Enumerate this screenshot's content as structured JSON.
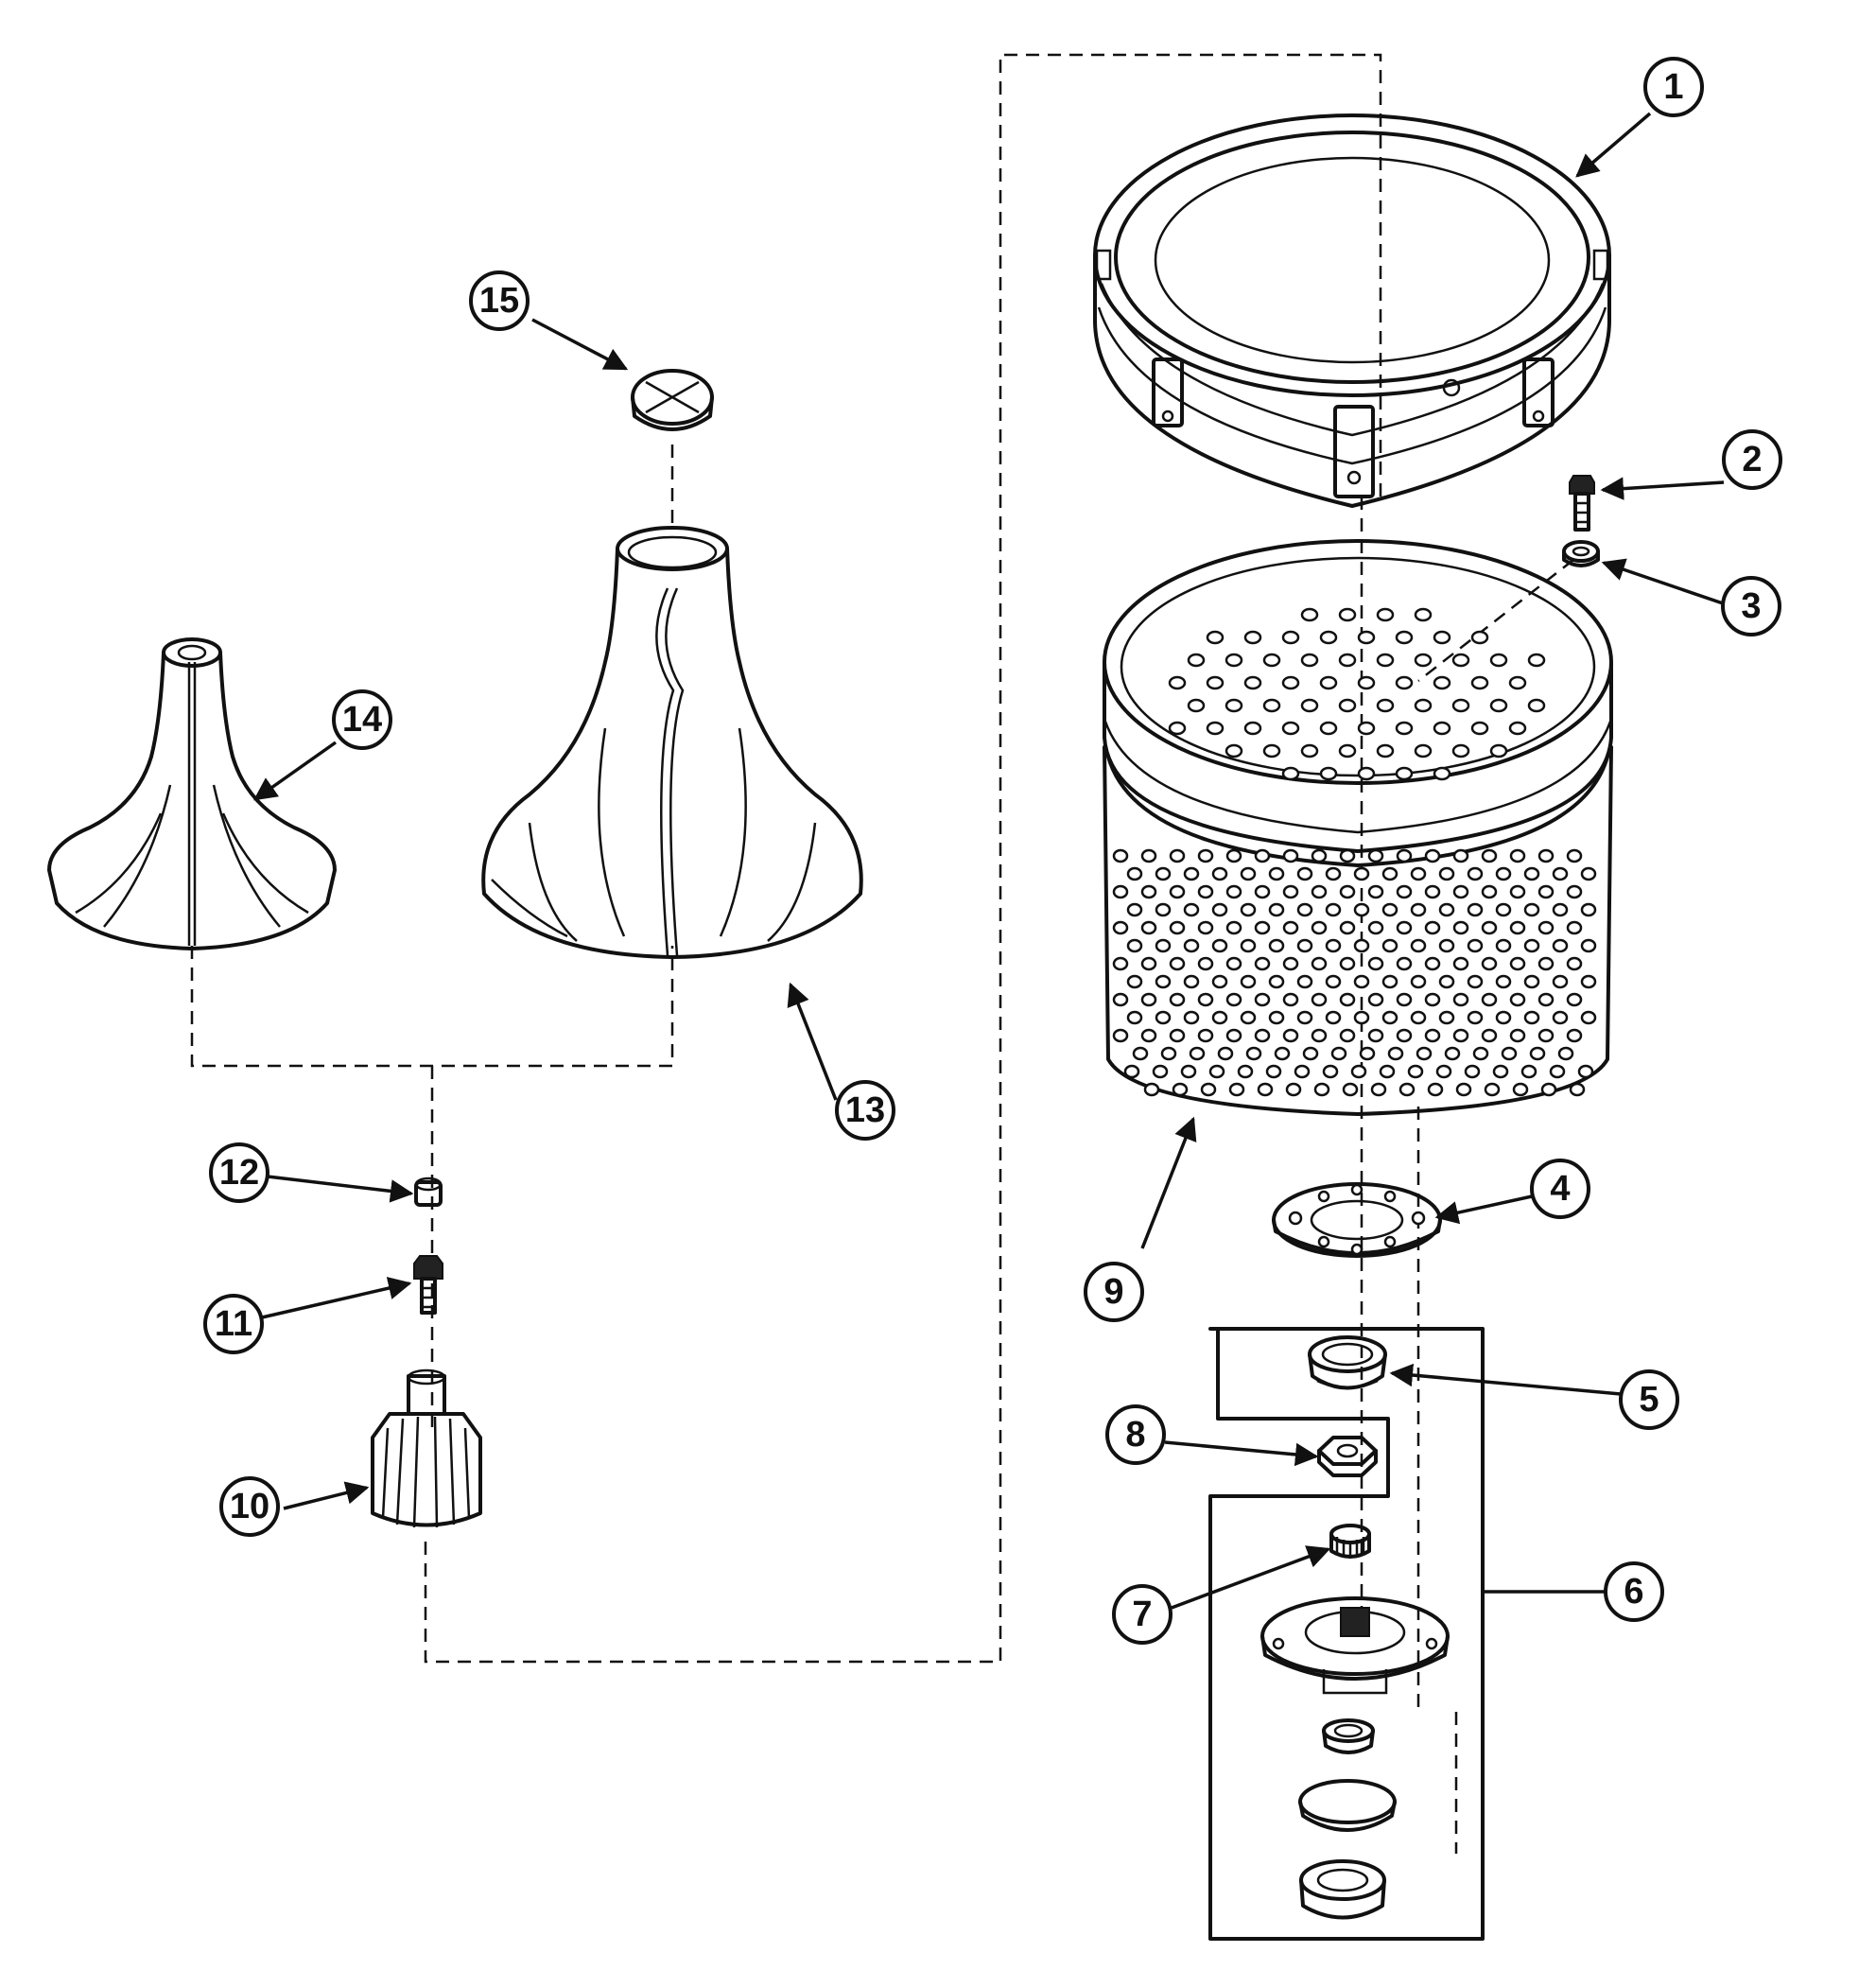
{
  "callouts": {
    "c1": "1",
    "c2": "2",
    "c3": "3",
    "c4": "4",
    "c5": "5",
    "c6": "6",
    "c7": "7",
    "c8": "8",
    "c9": "9",
    "c10": "10",
    "c11": "11",
    "c12": "12",
    "c13": "13",
    "c14": "14",
    "c15": "15"
  },
  "colors": {
    "ink": "#111111",
    "paper": "#ffffff"
  }
}
